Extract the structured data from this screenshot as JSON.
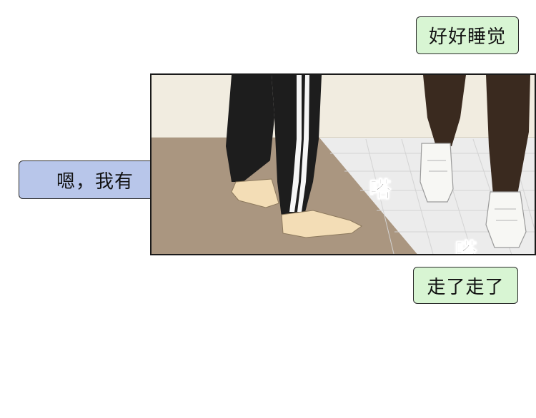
{
  "bubbles": {
    "top": "好好睡觉",
    "left": "嗯，我有",
    "bottom": "走了走了"
  },
  "panel": {
    "sfx": [
      "嗒",
      "嗒"
    ]
  },
  "colors": {
    "bubble_green": "#d8f5d3",
    "bubble_blue": "#b8c6ea",
    "floor_carpet": "#aa9680",
    "floor_tile": "#ececec",
    "wall": "#f1ece0"
  }
}
